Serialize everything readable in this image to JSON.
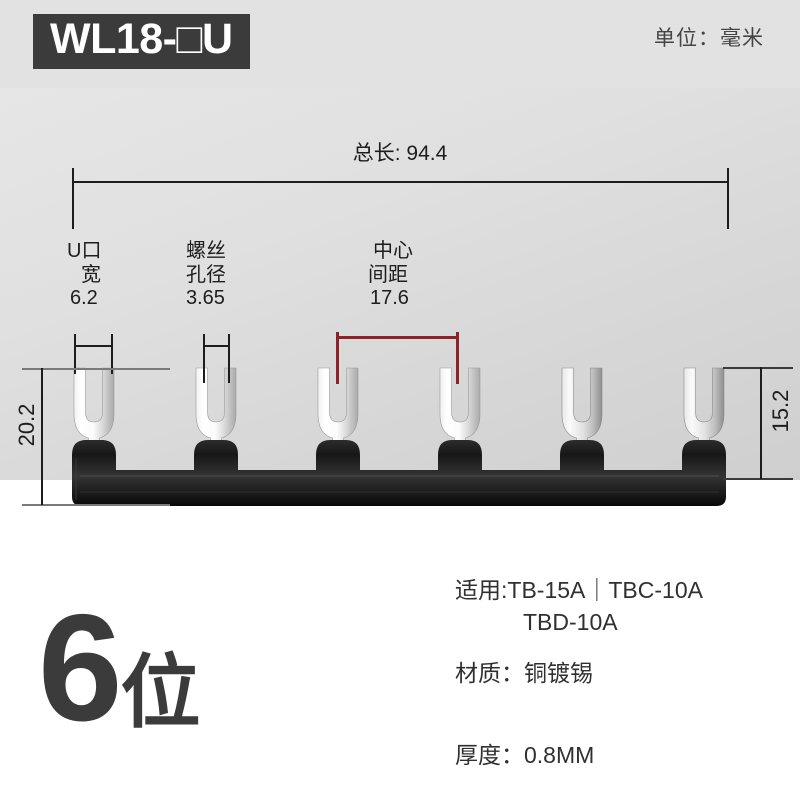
{
  "header": {
    "model_title": "WL18-□U",
    "unit_note": "单位：毫米"
  },
  "drawing": {
    "overall": {
      "label": "总长: 94.4",
      "value": 94.4
    },
    "callouts": [
      {
        "name": "u-opening-width",
        "line1": "U口",
        "line2": "宽",
        "value": "6.2"
      },
      {
        "name": "screw-hole-diameter",
        "line1": "螺丝",
        "line2": "孔径",
        "value": "3.65"
      },
      {
        "name": "center-pitch",
        "line1": "中心",
        "line2": "间距",
        "value": "17.6"
      }
    ],
    "height_left": "20.2",
    "height_right": "15.2",
    "pitch_accent_color": "#8e2226",
    "terminal_count": 6,
    "terminal_x": [
      94,
      216,
      338,
      460,
      582,
      704
    ]
  },
  "footer": {
    "position_count": "6",
    "position_unit": "位",
    "fit_line1": "适用:TB-15A｜TBC-10A",
    "fit_line2": "TBD-10A",
    "material": "材质：铜镀锡",
    "thickness": "厚度：0.8MM"
  }
}
